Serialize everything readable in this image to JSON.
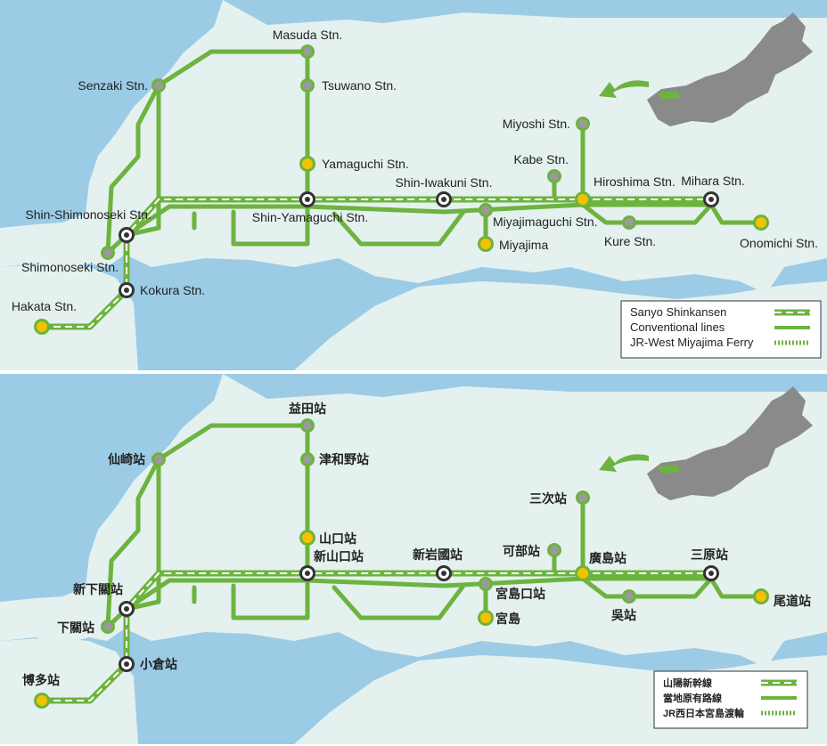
{
  "colors": {
    "sea": "#9ccbe6",
    "land": "#e4f1ef",
    "line": "#6db33f",
    "station_major": "#f2c200",
    "station_minor": "#9a9a9a",
    "japan_land": "#8a8a8a",
    "white": "#ffffff"
  },
  "panels": [
    {
      "id": "en",
      "stations": {
        "masuda": "Masuda Stn.",
        "tsuwano": "Tsuwano Stn.",
        "senzaki": "Senzaki Stn.",
        "yamaguchi": "Yamaguchi Stn.",
        "miyoshi": "Miyoshi Stn.",
        "kabe": "Kabe Stn.",
        "shin_iwakuni": "Shin-Iwakuni Stn.",
        "hiroshima": "Hiroshima Stn.",
        "mihara": "Mihara Stn.",
        "shin_shimonoseki": "Shin-Shimonoseki Stn.",
        "shin_yamaguchi": "Shin-Yamaguchi Stn.",
        "miyajimaguchi": "Miyajimaguchi Stn.",
        "miyajima": "Miyajima",
        "kure": "Kure Stn.",
        "onomichi": "Onomichi Stn.",
        "shimonoseki": "Shimonoseki Stn.",
        "kokura": "Kokura Stn.",
        "hakata": "Hakata Stn."
      },
      "legend": {
        "shinkansen": "Sanyo Shinkansen",
        "conventional": "Conventional lines",
        "ferry": "JR-West Miyajima Ferry"
      }
    },
    {
      "id": "zh",
      "stations": {
        "masuda": "益田站",
        "tsuwano": "津和野站",
        "senzaki": "仙崎站",
        "yamaguchi": "山口站",
        "miyoshi": "三次站",
        "kabe": "可部站",
        "shin_iwakuni": "新岩國站",
        "hiroshima": "廣島站",
        "mihara": "三原站",
        "shin_shimonoseki": "新下關站",
        "shin_yamaguchi": "新山口站",
        "miyajimaguchi": "宮島口站",
        "miyajima": "宮島",
        "kure": "吳站",
        "onomichi": "尾道站",
        "shimonoseki": "下關站",
        "kokura": "小倉站",
        "hakata": "博多站"
      },
      "legend": {
        "shinkansen": "山陽新幹線",
        "conventional": "當地原有路線",
        "ferry": "JR西日本宮島渡輪"
      }
    }
  ]
}
